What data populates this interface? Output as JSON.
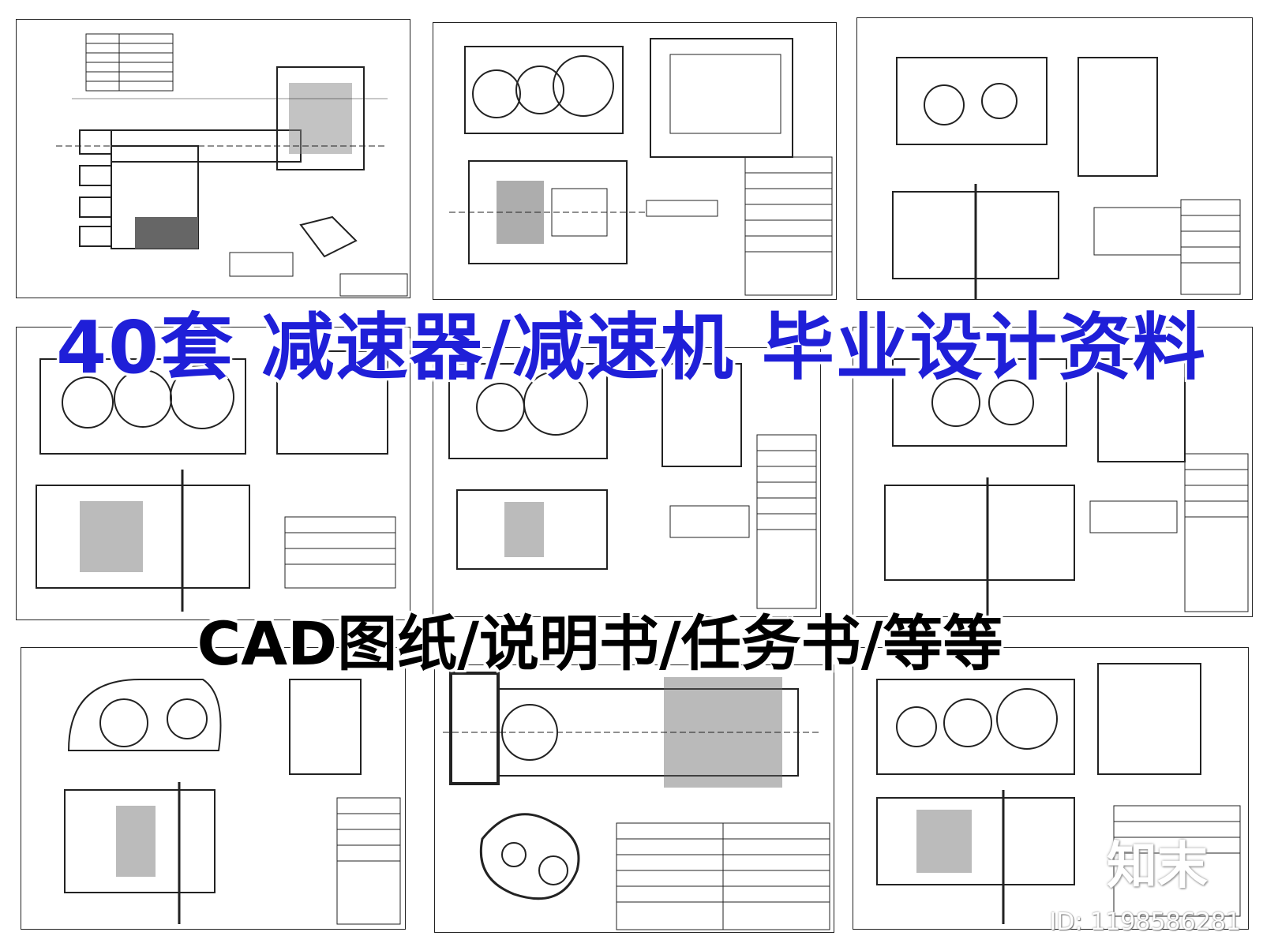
{
  "headline": "40套 减速器/减速机 毕业设计资料",
  "subheadline": "CAD图纸/说明书/任务书/等等",
  "watermark": {
    "logo": "知末",
    "id": "ID: 1198586281"
  },
  "colors": {
    "headline": "#1f1fd8",
    "subheadline": "#000000",
    "lines": "#1a1a1a",
    "fill": "#555555"
  },
  "sheets": [
    {
      "name": "drawing-sheet-1"
    },
    {
      "name": "drawing-sheet-2"
    },
    {
      "name": "drawing-sheet-3"
    },
    {
      "name": "drawing-sheet-4"
    },
    {
      "name": "drawing-sheet-5"
    },
    {
      "name": "drawing-sheet-6"
    },
    {
      "name": "drawing-sheet-7"
    },
    {
      "name": "drawing-sheet-8"
    },
    {
      "name": "drawing-sheet-9"
    }
  ]
}
